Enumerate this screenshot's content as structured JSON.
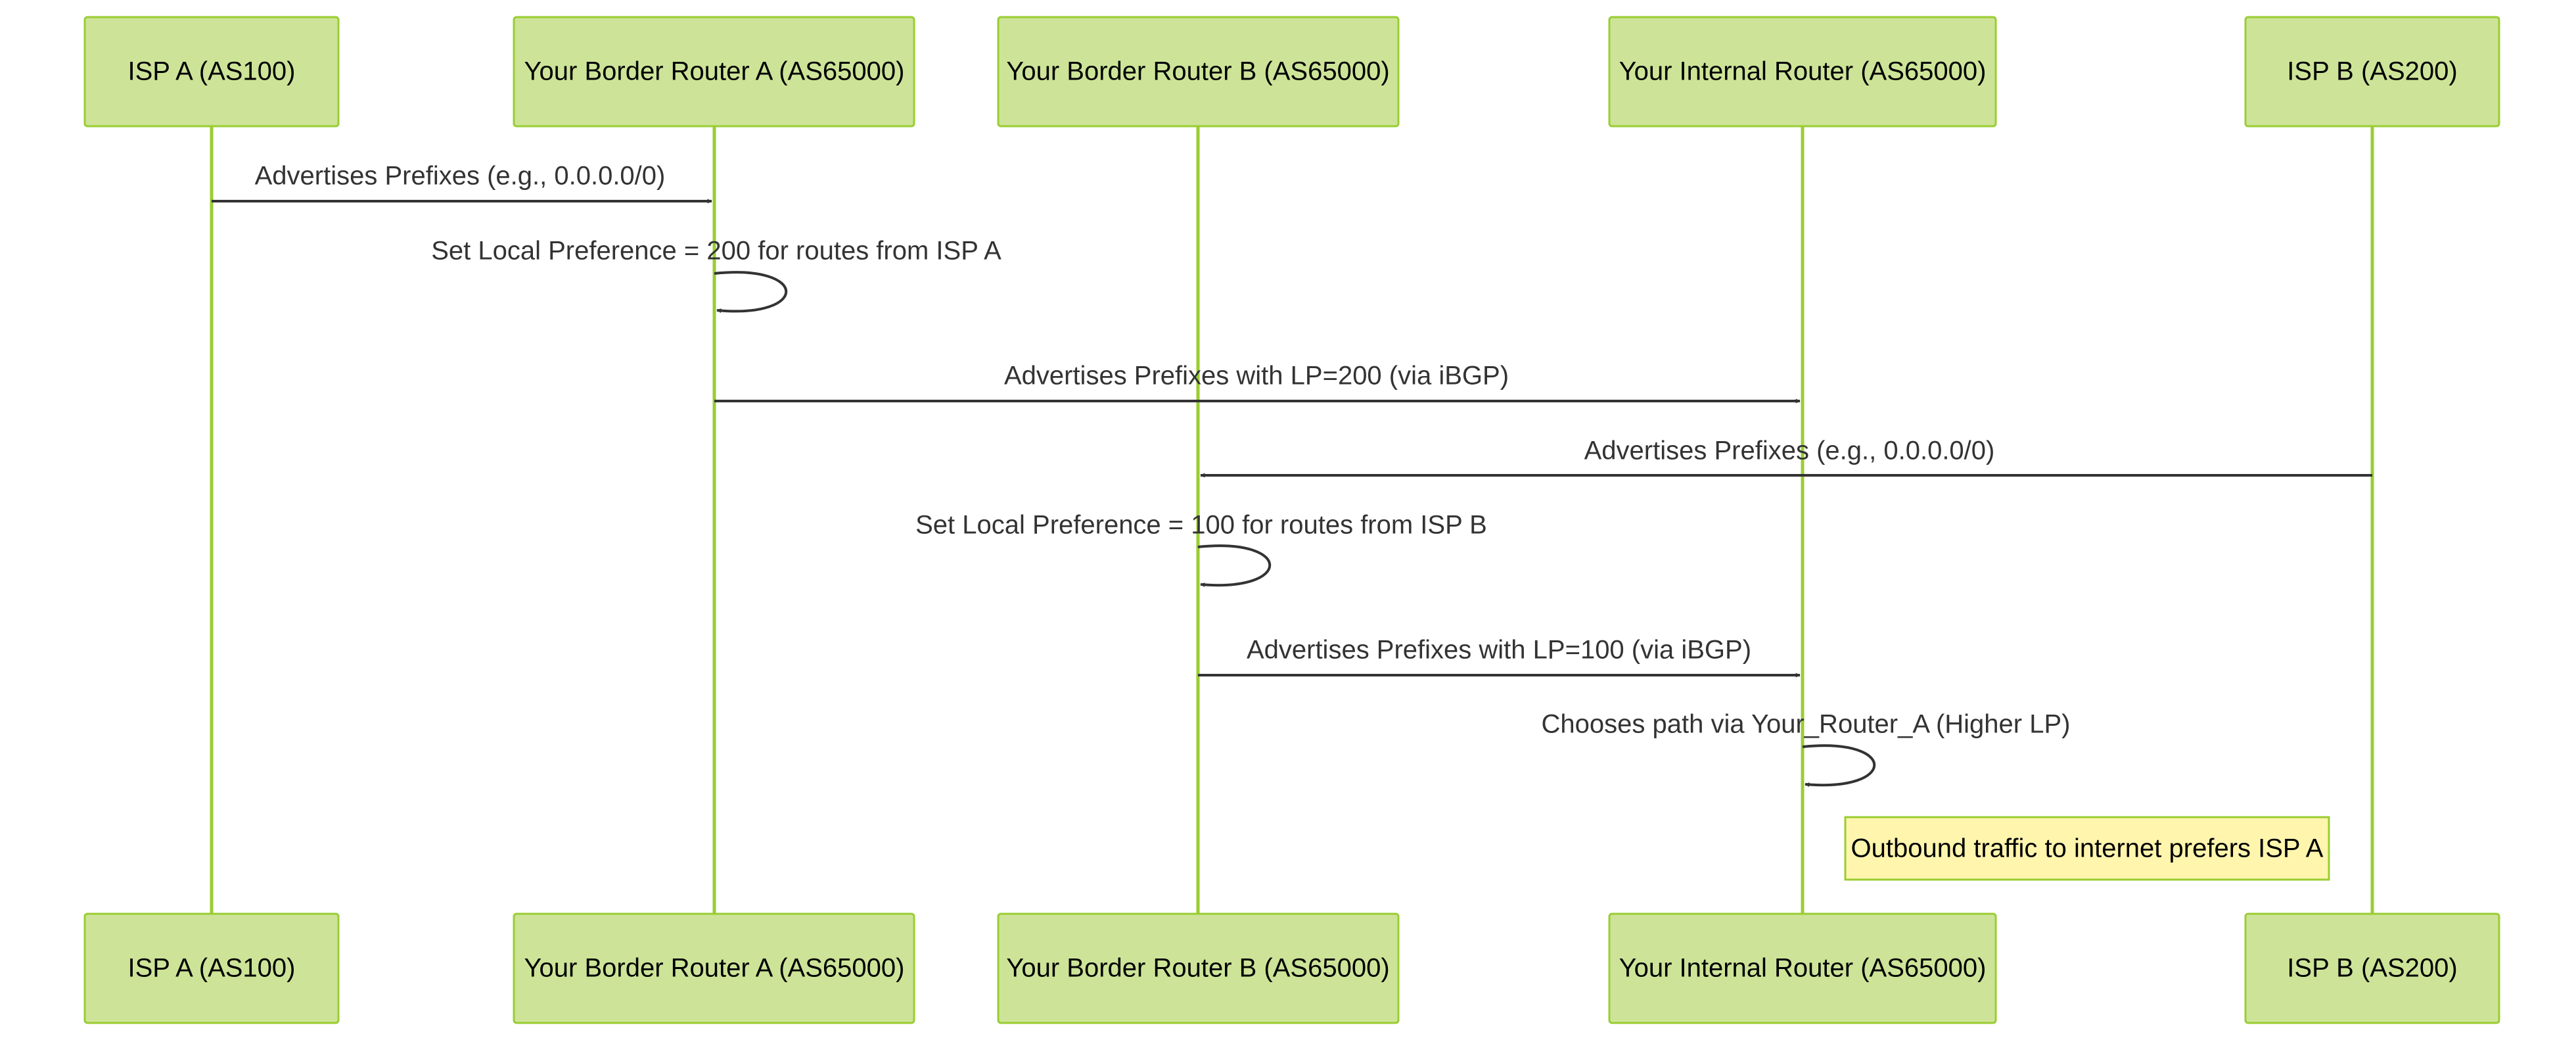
{
  "participants": [
    {
      "id": "ispA",
      "label": "ISP A (AS100)"
    },
    {
      "id": "brA",
      "label": "Your Border Router A (AS65000)"
    },
    {
      "id": "brB",
      "label": "Your Border Router B (AS65000)"
    },
    {
      "id": "ir",
      "label": "Your Internal Router (AS65000)"
    },
    {
      "id": "ispB",
      "label": "ISP B (AS200)"
    }
  ],
  "messages": [
    {
      "from": "ispA",
      "to": "brA",
      "text": "Advertises Prefixes (e.g., 0.0.0.0/0)"
    },
    {
      "from": "brA",
      "to": "brA",
      "text": "Set Local Preference = 200 for routes from ISP A"
    },
    {
      "from": "brA",
      "to": "ir",
      "text": "Advertises Prefixes with LP=200 (via iBGP)"
    },
    {
      "from": "ispB",
      "to": "brB",
      "text": "Advertises Prefixes (e.g., 0.0.0.0/0)"
    },
    {
      "from": "brB",
      "to": "brB",
      "text": "Set Local Preference = 100 for routes from ISP B"
    },
    {
      "from": "brB",
      "to": "ir",
      "text": "Advertises Prefixes with LP=100 (via iBGP)"
    },
    {
      "from": "ir",
      "to": "ir",
      "text": "Chooses path via Your_Router_A (Higher LP)"
    }
  ],
  "notes": [
    {
      "over": "ir",
      "text": "Outbound traffic to internet prefers ISP A"
    }
  ],
  "colors": {
    "actor_fill": "#cde498",
    "actor_border": "#9acd32",
    "lifeline": "#9acd32",
    "message_line": "#333333",
    "note_fill": "#fff5ad"
  }
}
